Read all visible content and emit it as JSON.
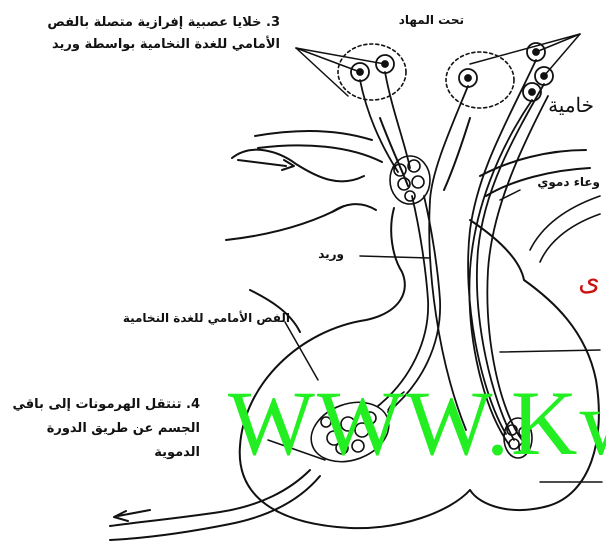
{
  "labels": {
    "neurons_line1": "3. خلايا عصبية إفرازية متصلة بالفص",
    "neurons_line2": "الأمامي للغدة النخامية بواسطة وريد",
    "hypothalamus": "تحت المهاد",
    "pituitary_fragment": "خامية",
    "blood_vessel": "وعاء دموي",
    "vein": "وريد",
    "anterior_lobe": "الفص الأمامي للغدة النخامية",
    "hormones_line1": "4. تنتقل الهرمونات إلى باقي",
    "hormones_line2": "الجسم عن طريق الدورة",
    "hormones_line3": "الدموية",
    "red_fragment": "ى"
  },
  "watermark": "WWW.Kw",
  "colors": {
    "ink": "#111111",
    "watermark": "#22ee22",
    "red_text": "#cc1111",
    "background": "#ffffff"
  }
}
